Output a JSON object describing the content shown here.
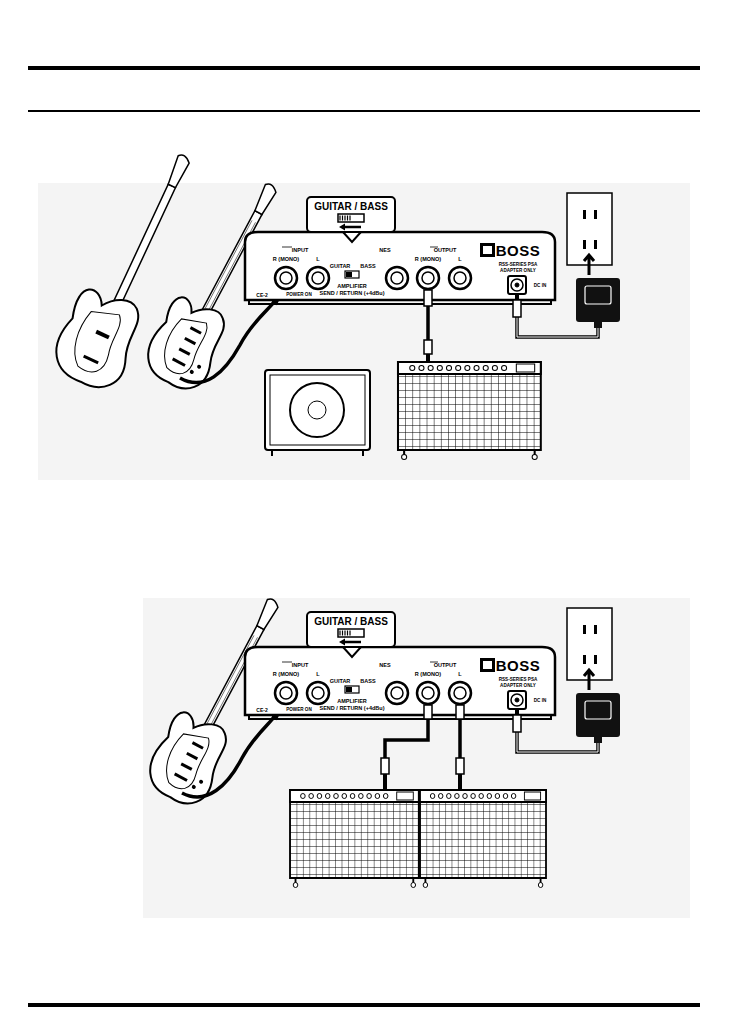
{
  "diagram": {
    "nodes": [
      {
        "text": [
          "GUITAR / BASS"
        ]
      },
      {
        "text": [
          "GUITAR / BASS"
        ]
      }
    ],
    "labels": [
      "INPUT",
      "R (MONO)",
      "L",
      "GUITAR",
      "BASS",
      "AMPLIFIER",
      "SEND / RETURN (+4dBu)",
      "NES",
      "OUTPUT",
      "R (MONO)",
      "L",
      "BOSS",
      "RSS-SERIES PSA",
      "ADAPTER ONLY",
      "DC IN",
      "CE-2",
      "POWER ON",
      "INPUT",
      "R (MONO)",
      "L",
      "GUITAR",
      "BASS",
      "AMPLIFIER",
      "SEND / RETURN (+4dBu)",
      "NES",
      "OUTPUT",
      "R (MONO)",
      "L",
      "BOSS",
      "RSS-SERIES PSA",
      "ADAPTER ONLY",
      "DC IN",
      "CE-2",
      "POWER ON"
    ]
  }
}
